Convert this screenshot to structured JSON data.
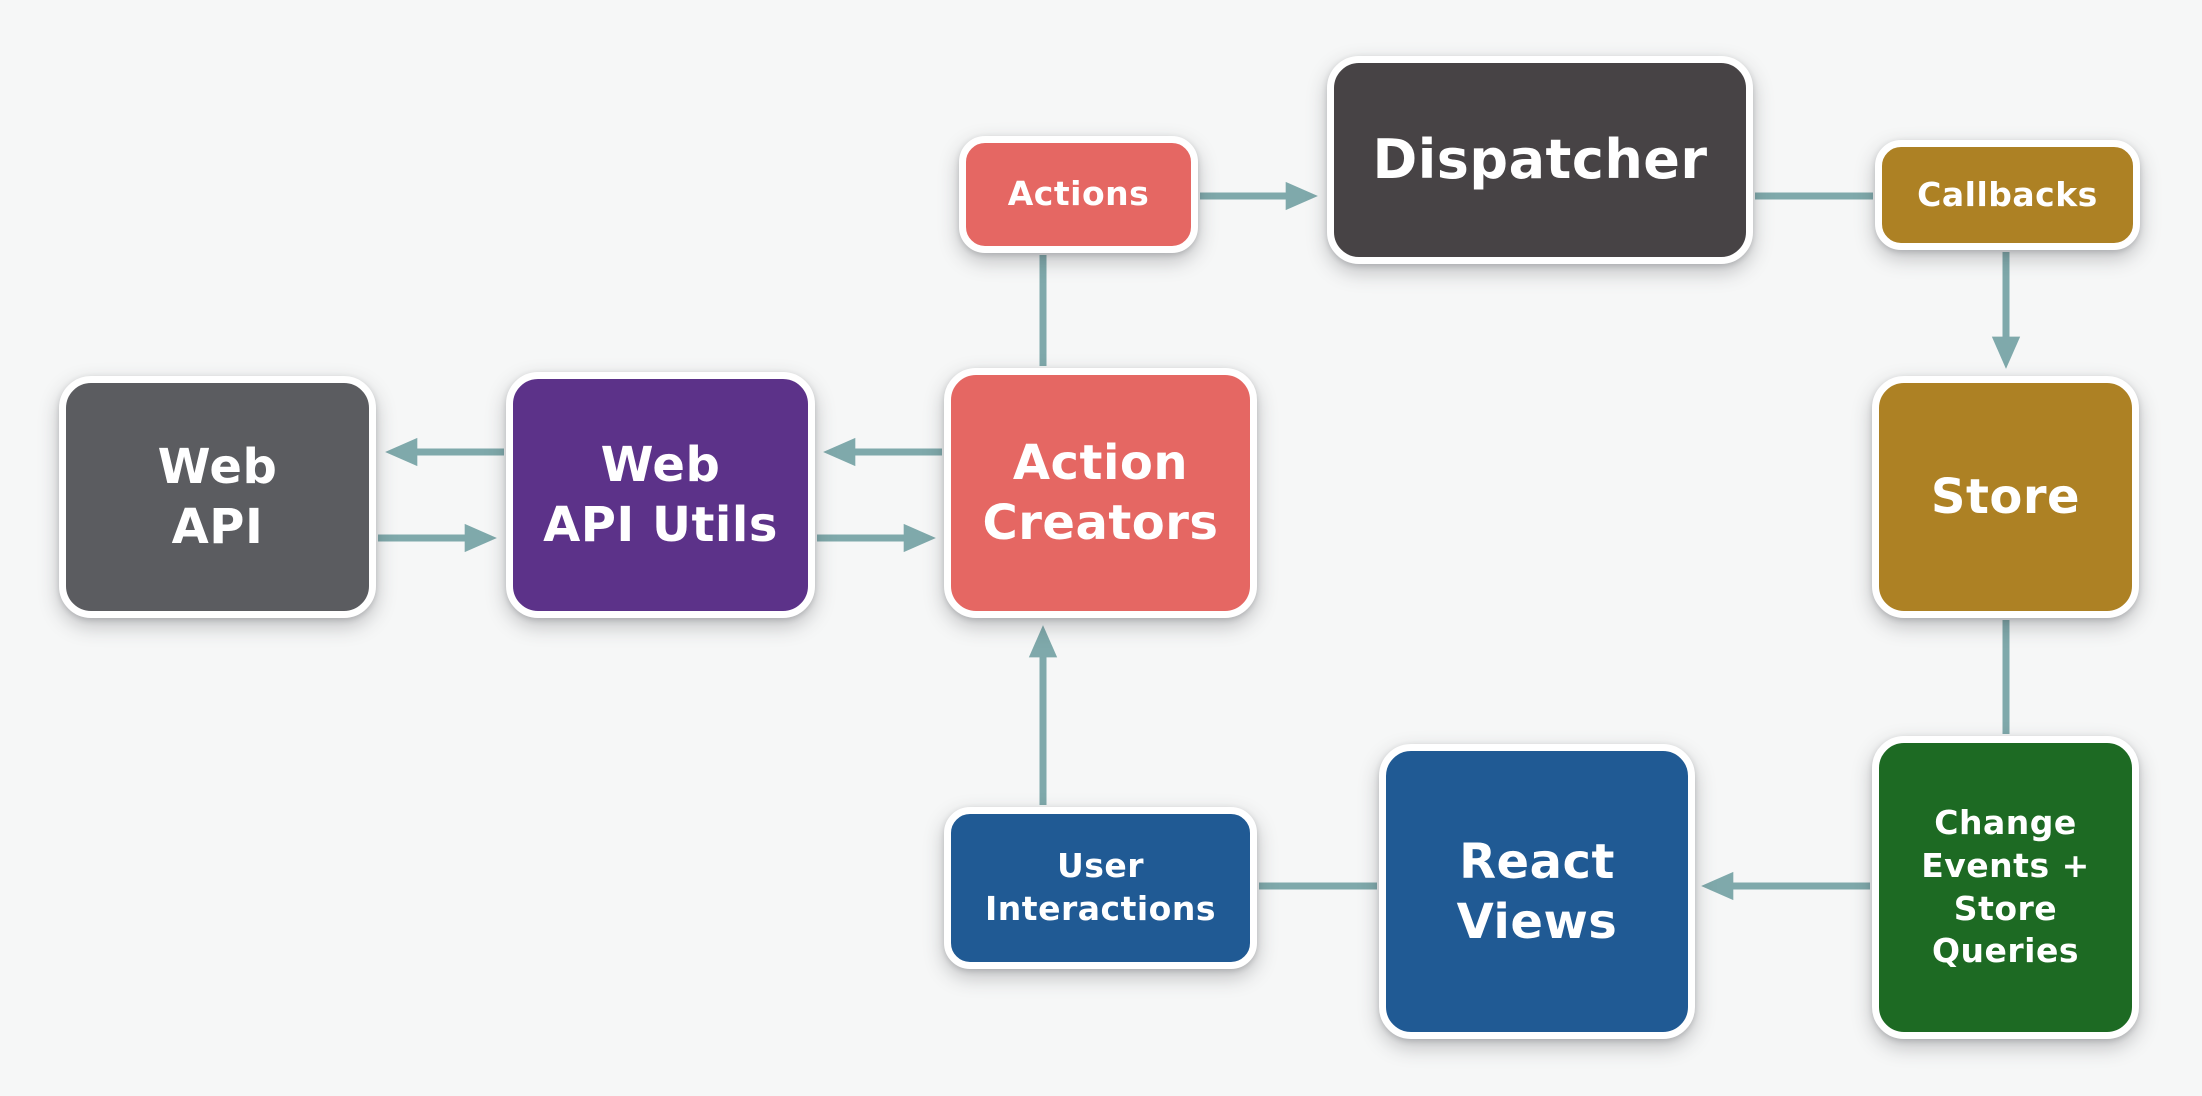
{
  "diagram": {
    "background_color": "#f6f7f7",
    "edge_color": "#7fa9ab",
    "nodes": {
      "actions": {
        "label": "Actions",
        "color": "#e56763"
      },
      "dispatcher": {
        "label": "Dispatcher",
        "color": "#474345"
      },
      "callbacks": {
        "label": "Callbacks",
        "color": "#ad8124"
      },
      "store": {
        "label": "Store",
        "color": "#ad8124"
      },
      "change_events": {
        "label": "Change\nEvents +\nStore\nQueries",
        "color": "#1d6a23"
      },
      "react_views": {
        "label": "React\nViews",
        "color": "#205a94"
      },
      "user_interactions": {
        "label": "User\nInteractions",
        "color": "#205a94"
      },
      "action_creators": {
        "label": "Action\nCreators",
        "color": "#e56763"
      },
      "web_api_utils": {
        "label": "Web\nAPI Utils",
        "color": "#5c3289"
      },
      "web_api": {
        "label": "Web\nAPI",
        "color": "#5b5c60"
      }
    },
    "edges": [
      {
        "from": "actions",
        "to": "dispatcher",
        "arrowhead": true
      },
      {
        "from": "dispatcher",
        "to": "callbacks",
        "arrowhead": false
      },
      {
        "from": "callbacks",
        "to": "store",
        "arrowhead": true
      },
      {
        "from": "store",
        "to": "change_events",
        "arrowhead": false
      },
      {
        "from": "change_events",
        "to": "react_views",
        "arrowhead": true
      },
      {
        "from": "react_views",
        "to": "user_interactions",
        "arrowhead": false
      },
      {
        "from": "user_interactions",
        "to": "action_creators",
        "arrowhead": true
      },
      {
        "from": "action_creators",
        "to": "actions",
        "arrowhead": false
      },
      {
        "from": "action_creators",
        "to": "web_api_utils",
        "arrowhead": true
      },
      {
        "from": "web_api_utils",
        "to": "action_creators",
        "arrowhead": true
      },
      {
        "from": "web_api_utils",
        "to": "web_api",
        "arrowhead": true
      },
      {
        "from": "web_api",
        "to": "web_api_utils",
        "arrowhead": true
      }
    ]
  }
}
